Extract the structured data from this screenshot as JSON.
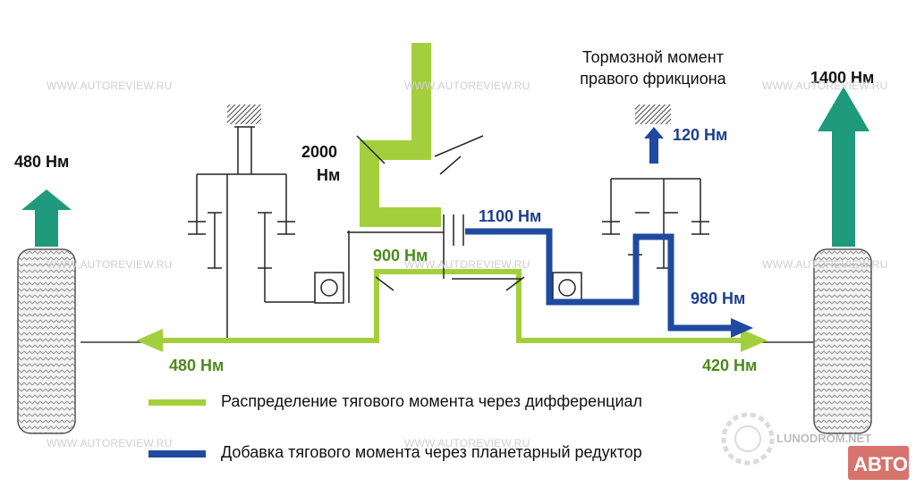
{
  "labels": {
    "left_wheel_torque": "480 Нм",
    "right_wheel_torque": "1400 Нм",
    "input_torque_line1": "2000",
    "input_torque_line2": "Нм",
    "brake_note_line1": "Тормозной момент",
    "brake_note_line2": "правого фрикциона",
    "brake_torque": "120 Нм",
    "planetary_torque": "1100 Нм",
    "diff_torque": "900 Нм",
    "right_added_torque": "980 Нм",
    "left_shaft_torque": "480 Нм",
    "right_shaft_torque": "420 Нм"
  },
  "legend": {
    "green_text": "Распределение тягового момента через дифференциал",
    "blue_text": "Добавка тягового момента через планетарный редуктор"
  },
  "watermarks": {
    "site": "WWW.AUTOREVIEW.RU",
    "logo_text": "LUNODROM.NET",
    "badge": "АВТО"
  },
  "colors": {
    "green": "#a4cf3d",
    "blue": "#1f4aa0",
    "teal": "#1f9a7c",
    "brake_hatch": "#555555"
  }
}
